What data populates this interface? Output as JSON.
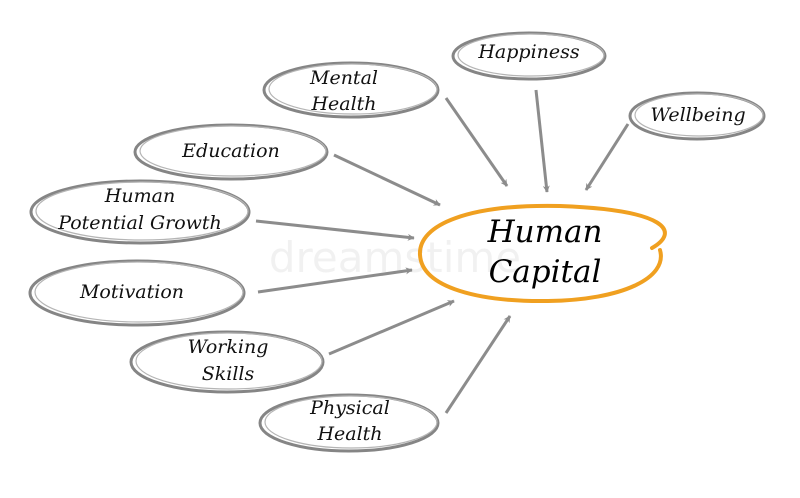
{
  "center": {
    "lines": [
      "Human",
      "Capital"
    ],
    "ring_color": "#f0a020"
  },
  "watermark": "dreamstime",
  "nodes": [
    {
      "id": "happiness",
      "lines": [
        "Happiness"
      ]
    },
    {
      "id": "mental-health",
      "lines": [
        "Mental",
        "Health"
      ]
    },
    {
      "id": "wellbeing",
      "lines": [
        "Wellbeing"
      ]
    },
    {
      "id": "education",
      "lines": [
        "Education"
      ]
    },
    {
      "id": "human-potential-growth",
      "lines": [
        "Human",
        "Potential Growth"
      ]
    },
    {
      "id": "motivation",
      "lines": [
        "Motivation"
      ]
    },
    {
      "id": "working-skills",
      "lines": [
        "Working",
        "Skills"
      ]
    },
    {
      "id": "physical-health",
      "lines": [
        "Physical",
        "Health"
      ]
    }
  ],
  "edges": [
    {
      "from": "happiness",
      "to": "center"
    },
    {
      "from": "mental-health",
      "to": "center"
    },
    {
      "from": "wellbeing",
      "to": "center"
    },
    {
      "from": "education",
      "to": "center"
    },
    {
      "from": "human-potential-growth",
      "to": "center"
    },
    {
      "from": "motivation",
      "to": "center"
    },
    {
      "from": "working-skills",
      "to": "center"
    },
    {
      "from": "physical-health",
      "to": "center"
    }
  ],
  "colors": {
    "node_stroke": "#858585",
    "arrow": "#8c8c8c",
    "center_ring": "#f0a020"
  }
}
